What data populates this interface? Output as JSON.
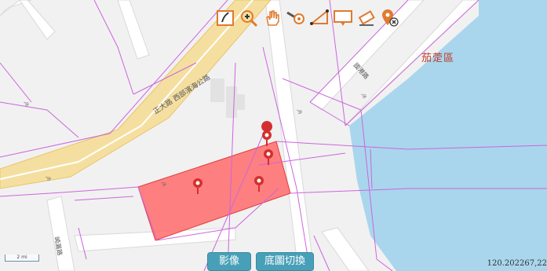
{
  "map": {
    "district_label": "茄萣區",
    "road_main": "正大路 西部濱海公路",
    "road_north": "國港路",
    "road_south": "崎漏路",
    "lane_a": "Jh",
    "lane_b": "Jh",
    "lane_c": "Jh",
    "lane_d": "Jh",
    "lane_e": "Jh"
  },
  "toolbar": {
    "tools": [
      {
        "icon": "layers-icon"
      },
      {
        "icon": "zoom-in-icon"
      },
      {
        "icon": "pan-hand-icon"
      },
      {
        "icon": "measure-distance-icon"
      },
      {
        "icon": "measure-angle-icon"
      },
      {
        "icon": "rectangle-select-icon"
      },
      {
        "icon": "eraser-icon"
      },
      {
        "icon": "remove-marker-icon"
      }
    ]
  },
  "buttons": {
    "image_label": "影像",
    "switch_label": "底圖切換"
  },
  "status": {
    "coordinates": "120.202267,22",
    "scale_label": "2 mi"
  },
  "colors": {
    "water": "#a9d6ec",
    "parcel_fill": "#ff6b6b",
    "parcel_line": "#cc66dd",
    "highway": "#f5dfa0",
    "marker": "#d32f2f",
    "button": "#48a0b8"
  }
}
